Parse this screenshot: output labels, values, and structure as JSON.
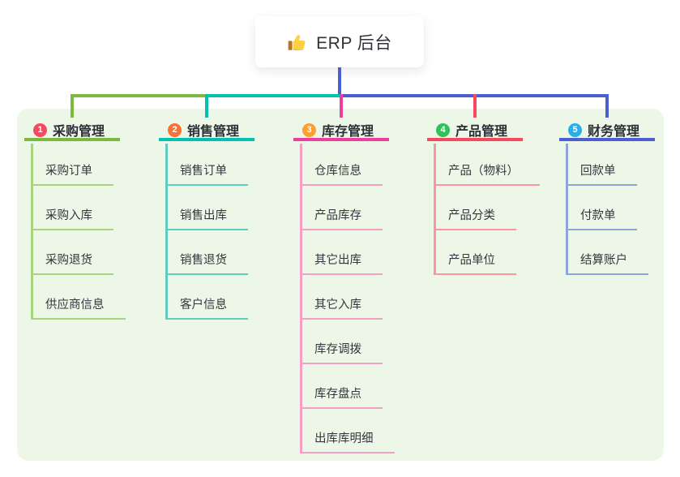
{
  "root": {
    "title": "ERP 后台",
    "icon": "thumbs-up-icon"
  },
  "colors": {
    "panel_bg": "#edf7e8",
    "root_line": "#4a5fd1"
  },
  "branches": [
    {
      "num": "1",
      "title": "采购管理",
      "badge_color": "#f5495f",
      "line_color": "#7cb93f",
      "light_color": "#a9d47f",
      "children": [
        "采购订单",
        "采购入库",
        "采购退货",
        "供应商信息"
      ]
    },
    {
      "num": "2",
      "title": "销售管理",
      "badge_color": "#f77234",
      "line_color": "#00c2b2",
      "light_color": "#63cbbc",
      "children": [
        "销售订单",
        "销售出库",
        "销售退货",
        "客户信息"
      ]
    },
    {
      "num": "3",
      "title": "库存管理",
      "badge_color": "#ff9f2e",
      "line_color": "#ee3f9e",
      "light_color": "#f49fc6",
      "children": [
        "仓库信息",
        "产品库存",
        "其它出库",
        "其它入库",
        "库存调拨",
        "库存盘点",
        "出库库明细"
      ]
    },
    {
      "num": "4",
      "title": "产品管理",
      "badge_color": "#2ec15c",
      "line_color": "#f8485e",
      "light_color": "#f9969e",
      "children": [
        "产品（物料）",
        "产品分类",
        "产品单位"
      ]
    },
    {
      "num": "5",
      "title": "财务管理",
      "badge_color": "#28aee8",
      "line_color": "#4a5fd1",
      "light_color": "#8fa3dd",
      "children": [
        "回款单",
        "付款单",
        "结算账户"
      ]
    }
  ]
}
